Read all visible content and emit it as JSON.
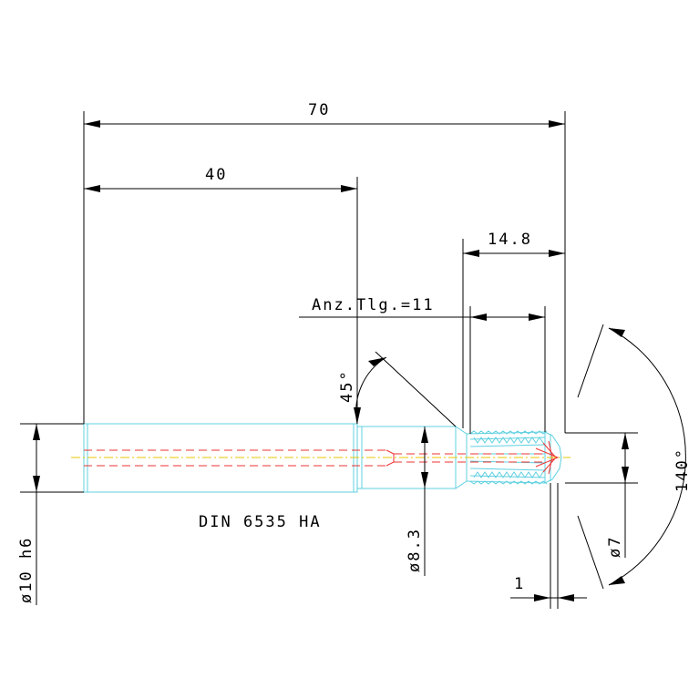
{
  "dimensions": {
    "overall_length": "70",
    "shank_length": "40",
    "head_length": "14.8",
    "teeth_count": "Anz.Tlg.=11",
    "chamfer_angle": "45°",
    "point_angle": "140°",
    "shank_diameter": "ø10 h6",
    "neck_diameter": "ø8.3",
    "tip_diameter": "ø7",
    "tip_offset": "1"
  },
  "standard_label": "DIN 6535 HA",
  "colors": {
    "body_outline": "#5fd0e0",
    "hidden_lines": "#e33333",
    "center_line": "#e8c400",
    "dimension_lines": "#000000"
  }
}
